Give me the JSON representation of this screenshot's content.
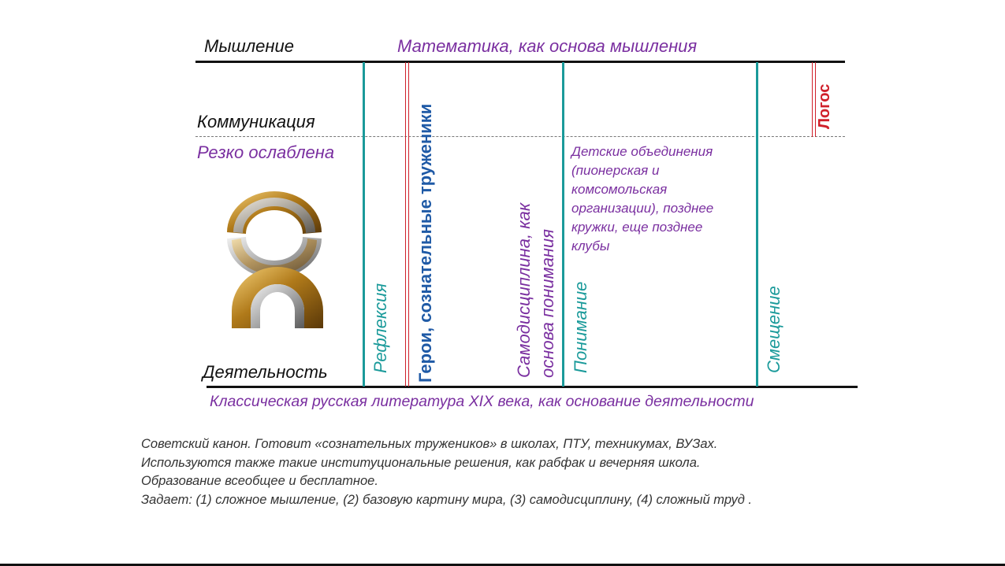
{
  "top": {
    "mышление_label": "Мышление",
    "title": "Математика, как основа мышления"
  },
  "left": {
    "communication": "Коммуникация",
    "weakened": "Резко ослаблена",
    "activity": "Деятельность"
  },
  "bottom": {
    "literature": "Классическая русская литература XIX века, как основание деятельности"
  },
  "columns": {
    "reflection": "Рефлексия",
    "heroes": "Герои, сознательные труженики",
    "self_discipline_1": "Самодисциплина, как",
    "self_discipline_2": "основа понимания",
    "understanding": "Понимание",
    "shift": "Смещение",
    "logos": "Логос"
  },
  "children_orgs": [
    "Детские объединения",
    "(пионерская и",
    "комсомольская",
    "организации), позднее",
    "кружки, еще позднее",
    "клубы"
  ],
  "caption": [
    "Советский канон. Готовит «сознательных тружеников» в школах, ПТУ, техникумах, ВУЗах.",
    "Используются также такие институциональные решения, как рабфак и вечерняя школа.",
    "Образование всеобщее и бесплатное.",
    "Задает: (1) сложное мышление, (2) базовую картину мира, (3) самодисциплину, (4) сложный труд ."
  ],
  "colors": {
    "purple": "#7a2fa0",
    "teal": "#1a9a9a",
    "red": "#d0202a",
    "dark_blue": "#1f5aa6",
    "black": "#111111"
  }
}
